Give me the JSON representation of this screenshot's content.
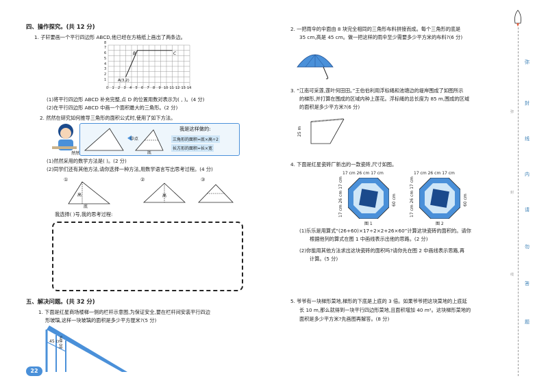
{
  "left": {
    "sec4_title": "四、操作探究。(共 12 分)",
    "q1": {
      "text": "1. 子轩要画一个平行四边形 ABCD,他已经在方格纸上画出了两条边。",
      "point_label": "A(3,2)",
      "label_B": "B",
      "label_C": "C",
      "xticks": [
        "0",
        "1",
        "2",
        "3",
        "4",
        "5",
        "6",
        "7",
        "8",
        "9",
        "10",
        "11",
        "12",
        "13",
        "14"
      ],
      "yticks": [
        "1",
        "2",
        "3",
        "4",
        "5",
        "6",
        "7",
        "8"
      ],
      "sub1": "(1)将平行四边形 ABCD 补充完整,点 D 的位置用数对表示为(     ,     )。(4 分)",
      "sub2": "(2)在平行四边形 ABCD 中画一个面积最大的三角形。(2 分)"
    },
    "q2": {
      "text": "2. 然然在研究如何推导三角形的面积公式时,使用了如下方法。",
      "note_title": "我是这样做的:",
      "formula1": "三角形的面积=底×高÷2",
      "formula2": "长方形的面积=长×宽",
      "label_mid": "中点",
      "label_base": "底",
      "label_height": "高",
      "person": "然然",
      "sub1": "(1)然然采用的数学方法是(            )。(2 分)",
      "sub2": "(2)同学们还有其他方法,请你选择一种方法,用数学语言写出思考过程。(4 分)",
      "opts": [
        "①",
        "②",
        "③"
      ],
      "choose": "我选择(     )号,我的思考过程:"
    },
    "sec5_title": "五、解决问题。(共 32 分)",
    "q5_1": {
      "text1": "1. 下面是红星商场楼梯一侧的栏杆示意图,为保证安全,要在栏杆间安装平行四边",
      "text2": "形玻璃,这样一块玻璃的面积是多少平方厘米?(5 分)",
      "dim1": "45 cm",
      "dim2": "80 cm"
    },
    "page_number": "22"
  },
  "right": {
    "q2": {
      "text1": "2. 一把雨伞的伞面由 8 块完全相同的三角形布料拼接而成。每个三角形的底是",
      "text2": "35 cm,高是 45 cm。做一把这样的雨伞至少需要多少平方米的布料?(6 分)"
    },
    "q3": {
      "text1": "3. “江南可采莲,莲叶何田田。”王伯伯利用浮标绳和池塘边的堤岸围成了如图所示",
      "text2": "的梯形,并打算在围成的区域内种上莲花。浮标绳的总长度为 85 m,围成的区域",
      "text3": "的面积是多少平方米?(6 分)",
      "dim": "25 m"
    },
    "q4": {
      "text": "4. 下面是红星瓷砖厂新出的一款瓷砖,尺寸如图。",
      "fig1": "图 1",
      "fig2": "图 2",
      "dims_top": [
        "17 cm",
        "26 cm",
        "17 cm"
      ],
      "dims_side": [
        "17 cm",
        "26 cm",
        "17 cm"
      ],
      "dim_60": "60 cm",
      "sub1a": "(1)乐乐是用算式“(26+60)×17÷2×2+26×60”计算这块瓷砖的面积的。请你",
      "sub1b": "根据他列的算式在图 1 中画线表示出他的思路。(2 分)",
      "sub2a": "(2)你能用其他方法求出这块瓷砖的面积吗?请你先在图 2 中画线表示思路,再",
      "sub2b": "计算。(5 分)"
    },
    "q5": {
      "text1": "5. 爷爷有一块梯形菜地,梯形的下底是上底的 3 倍。如果爷爷把这块菜地的上底延",
      "text2": "长 10 m,那么就得到一块平行四边形菜地,且面积増加 40 m²。这块梯形菜地的",
      "text3": "面积是多少平方米?先画图再解答。(8 分)"
    }
  },
  "margin": {
    "chars": [
      "弥",
      "封",
      "线",
      "内",
      "请",
      "勿",
      "答",
      "题"
    ],
    "mid": [
      "弥",
      "封",
      "线"
    ]
  }
}
